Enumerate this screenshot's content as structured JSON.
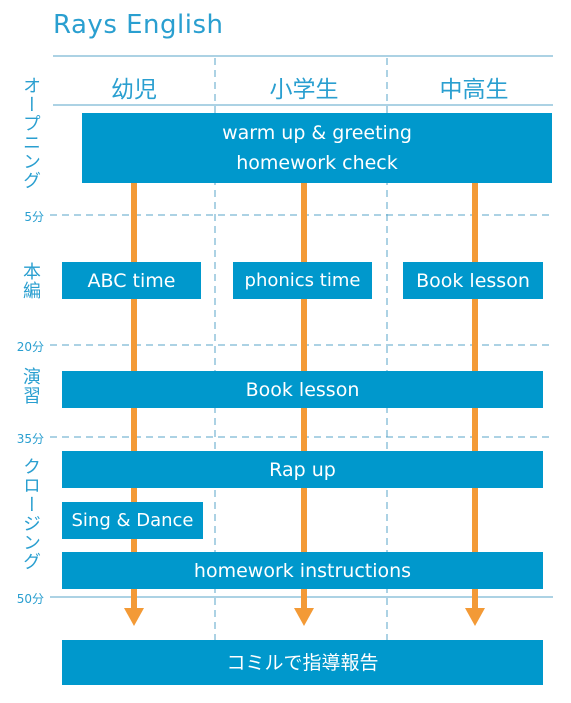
{
  "colors": {
    "accent": "#0098cc",
    "arrow": "#f39a36",
    "line": "#5aa6c9",
    "text": "#2a9fd0"
  },
  "title": "Rays English",
  "columns": [
    "幼児",
    "小学生",
    "中高生"
  ],
  "sections": {
    "opening": "オープニング",
    "main": "本編",
    "practice": "演習",
    "closing": "クロージング"
  },
  "times": {
    "t5": "5分",
    "t20": "20分",
    "t35": "35分",
    "t50": "50分"
  },
  "boxes": {
    "warmup_line1": "warm up & greeting",
    "warmup_line2": "homework check",
    "abc": "ABC time",
    "phonics": "phonics time",
    "book_hs": "Book lesson",
    "book_all": "Book lesson",
    "rap": "Rap up",
    "sing": "Sing & Dance",
    "homework": "homework instructions",
    "report": "コミルで指導報告"
  }
}
